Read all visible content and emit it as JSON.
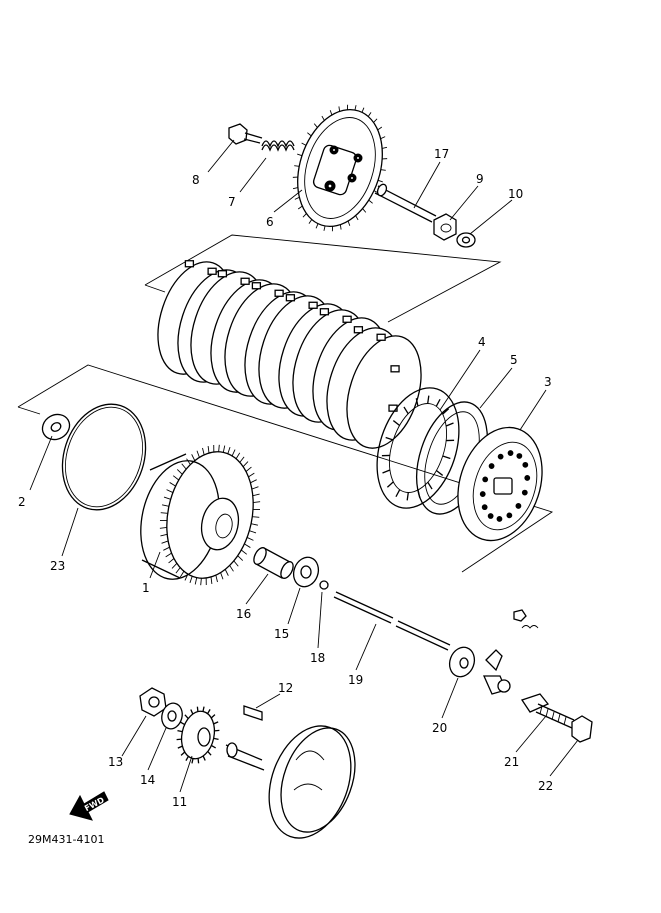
{
  "diagram": {
    "drawing_code": "29M431-4101",
    "direction_label": "FWD",
    "callouts": [
      {
        "id": "c1",
        "label": "1"
      },
      {
        "id": "c2",
        "label": "2"
      },
      {
        "id": "c3",
        "label": "3"
      },
      {
        "id": "c4",
        "label": "4"
      },
      {
        "id": "c5",
        "label": "5"
      },
      {
        "id": "c6",
        "label": "6"
      },
      {
        "id": "c7",
        "label": "7"
      },
      {
        "id": "c8",
        "label": "8"
      },
      {
        "id": "c9",
        "label": "9"
      },
      {
        "id": "c10",
        "label": "10"
      },
      {
        "id": "c11",
        "label": "11"
      },
      {
        "id": "c12",
        "label": "12"
      },
      {
        "id": "c13",
        "label": "13"
      },
      {
        "id": "c14",
        "label": "14"
      },
      {
        "id": "c15",
        "label": "15"
      },
      {
        "id": "c16",
        "label": "16"
      },
      {
        "id": "c17",
        "label": "17"
      },
      {
        "id": "c18",
        "label": "18"
      },
      {
        "id": "c19",
        "label": "19"
      },
      {
        "id": "c20",
        "label": "20"
      },
      {
        "id": "c21",
        "label": "21"
      },
      {
        "id": "c22",
        "label": "22"
      },
      {
        "id": "c23",
        "label": "23"
      }
    ]
  }
}
